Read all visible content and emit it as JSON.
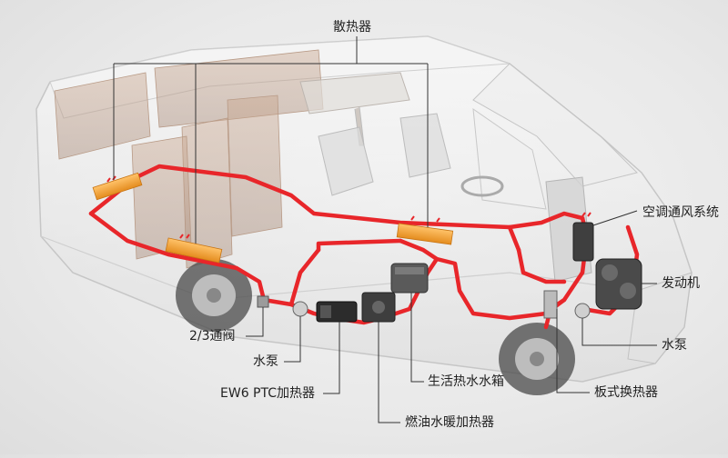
{
  "diagram": {
    "labels": {
      "radiator": "散热器",
      "hvac": "空调通风系统",
      "engine": "发动机",
      "water_pump_right": "水泵",
      "plate_heat_exchanger": "板式换热器",
      "hot_water_tank": "生活热水水箱",
      "fuel_heater": "燃油水暖加热器",
      "ptc_heater": "EW6 PTC加热器",
      "water_pump_left": "水泵",
      "valve": "2/3通阀"
    },
    "colors": {
      "pipe": "#e8262a",
      "radiator": "#f2a33a",
      "body_outline": "#c9c9c9",
      "leader": "#333333"
    }
  }
}
